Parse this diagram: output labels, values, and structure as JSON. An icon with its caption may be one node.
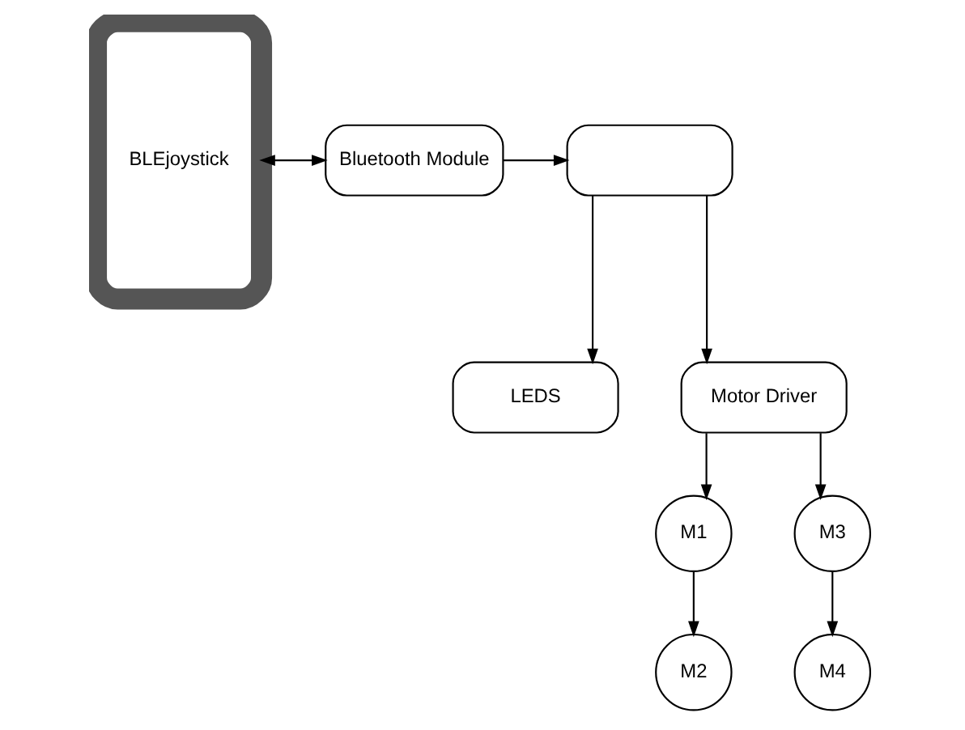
{
  "diagram": {
    "nodes": [
      {
        "text": [
          "BLEjoystick"
        ]
      },
      {
        "text": [
          "Bluetooth Module"
        ]
      },
      {
        "text": [],
        "shape": "box"
      },
      {
        "text": [
          "LEDS"
        ]
      },
      {
        "text": [
          "Motor Driver"
        ]
      },
      {
        "text": [
          "M1"
        ]
      },
      {
        "text": [
          "M3"
        ]
      },
      {
        "text": [
          "M2"
        ]
      },
      {
        "text": [
          "M4"
        ]
      }
    ],
    "edges": [
      {
        "from": 0,
        "to": 1,
        "arrow": "both"
      },
      {
        "from": 1,
        "to": 2,
        "arrow": "to"
      },
      {
        "from": 2,
        "to": 3,
        "arrow": "to"
      },
      {
        "from": 2,
        "to": 4,
        "arrow": "to"
      },
      {
        "from": 4,
        "to": 5,
        "arrow": "to"
      },
      {
        "from": 4,
        "to": 6,
        "arrow": "to"
      },
      {
        "from": 5,
        "to": 7,
        "arrow": "to"
      },
      {
        "from": 6,
        "to": 8,
        "arrow": "to"
      }
    ]
  }
}
